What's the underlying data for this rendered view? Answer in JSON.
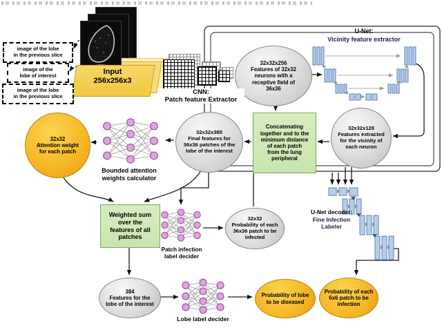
{
  "figure": {
    "callouts": [
      {
        "label": "image of the lobe\nin the previous slice"
      },
      {
        "label": "image of the\nlobe of interest"
      },
      {
        "label": "image of the lobe\nin the previous slice"
      }
    ],
    "input": {
      "label": "Input\n256x256x3"
    },
    "cnn": {
      "label": "CNN:\nPatch feature Extractor"
    },
    "unet": {
      "title": "U-Net:",
      "subtitle": "Vicinity feature extractor"
    },
    "decoder": {
      "title": "U-Net decoder:",
      "subtitle": "Fine Infection\nLabeler"
    },
    "nodes": {
      "feat256": "32x32x256\nFeatures of 32x32\nneurons with a\nreceptive field of\n36x36",
      "feat128": "32x32x128\nFeatures extracted\nfor the vicinity of\neach neuron",
      "concat": "Concatenating\ntogether and to the\nminimum distance\nof each patch\nfrom  the lung\nperipheral",
      "feat385": "32x32x385\nFinal features for\n36x36 patches of the\nlobe of the interest",
      "attention": "32x32\nAttention weight\nfor each patch",
      "weighted": "Weighted sum\nover the\nfeatures of all\npatches",
      "prob_patch": "32x32\nProbability of each\n36x36 patch to be\ninfected",
      "feat384": "384\nFeatures for the\nlobe of the interest",
      "prob_lobe": "Probability of lobe\nto be diseased",
      "prob_fine": "Probability of each\n6x6 patch to be\ninfection"
    },
    "nn_labels": {
      "bounded": "Bounded attention\nweights calculator",
      "patch": "Patch infection\nlabel decider",
      "lobe": "Lobe label decider"
    }
  },
  "colors": {
    "green_fill": "#c9e5ae",
    "green_border": "#77a65b",
    "unet_bar": "#b9cde8",
    "unet_border": "#5b83b8",
    "nn_node": "#d9a7d9",
    "nn_border": "#a050a0",
    "red_line": "#e0392f",
    "gold_front": "#f3c843",
    "gold_mid": "#f8dc7a",
    "gold_back": "#fceebc"
  }
}
